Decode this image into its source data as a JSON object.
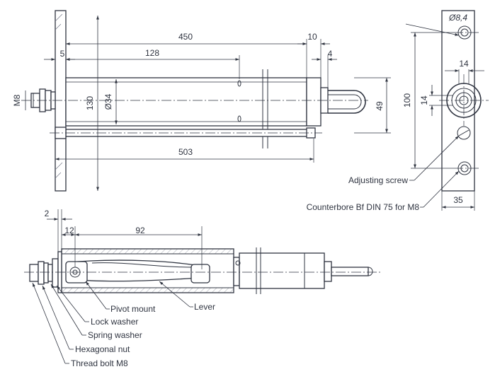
{
  "dimensions": {
    "d450": "450",
    "d128": "128",
    "d10": "10",
    "d4": "4",
    "d5": "5",
    "m8": "M8",
    "d130": "130",
    "phi34": "Ø34",
    "d49": "49",
    "d503": "503",
    "phi8_4": "Ø8,4",
    "d14_horizontal": "14",
    "d14_vertical": "14",
    "d100": "100",
    "d35": "35",
    "d2": "2",
    "d12": "12",
    "d92": "92"
  },
  "callouts": {
    "adjusting_screw": "Adjusting screw",
    "counterbore": "Counterbore Bf DIN 75 for M8",
    "pivot_mount": "Pivot mount",
    "lever": "Lever",
    "lock_washer": "Lock washer",
    "spring_washer": "Spring washer",
    "hexagonal_nut": "Hexagonal nut",
    "thread_bolt": "Thread bolt M8"
  }
}
